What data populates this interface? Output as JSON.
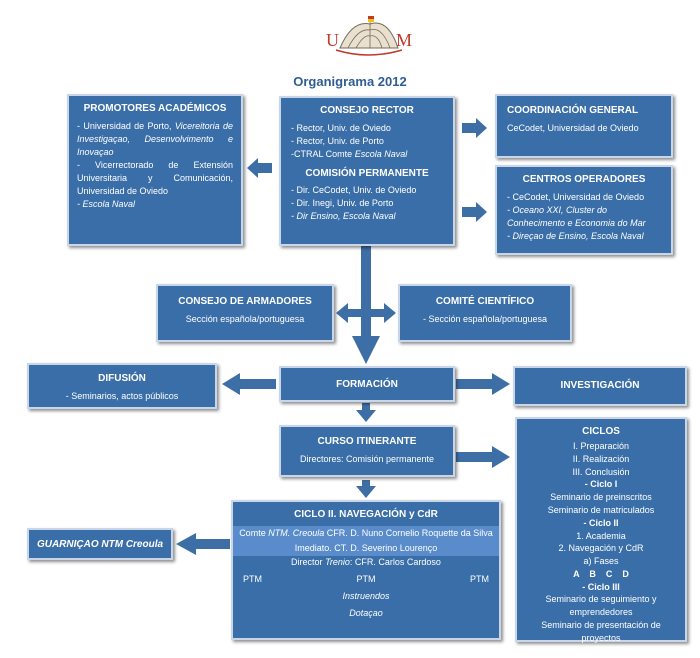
{
  "header": {
    "title": "Organigrama 2012",
    "logo_text": "U M"
  },
  "promotores": {
    "title": "PROMOTORES ACADÉMICOS",
    "line1_a": "- Universidad de Porto, ",
    "line1_b": "Vicereitoria de Investigaçao, Desenvolvimento e Inovaçao",
    "line2": "- Vicerrectorado de Extensión Universitaria y Comunicación, Universidad de Oviedo",
    "line3": "- Escola Naval"
  },
  "consejo_rector": {
    "title": "CONSEJO RECTOR",
    "items": [
      "- Rector, Univ. de Oviedo",
      "- Rector, Univ. de Porto"
    ],
    "item3_a": "-CTRAL Comte ",
    "item3_b": "Escola Naval",
    "comision_title": "COMISIÓN PERMANENTE",
    "comision_items": [
      "- Dir. CeCodet, Univ. de Oviedo",
      "- Dir. Inegi, Univ. de Porto"
    ],
    "comision_item3": "- Dir Ensino, Escola Naval"
  },
  "coordinacion": {
    "title": "COORDINACIÓN GENERAL",
    "text": "CeCodet, Universidad de Oviedo"
  },
  "centros": {
    "title": "CENTROS OPERADORES",
    "item1": "- CeCodet, Universidad de Oviedo",
    "item2": "- Oceano XXI, Cluster do Conhecimento e Economia do Mar",
    "item3": "- Direçao de Ensino, Escola Naval"
  },
  "armadores": {
    "title": "CONSEJO DE ARMADORES",
    "text": "Sección española/portuguesa"
  },
  "comite": {
    "title": "COMITÉ CIENTÍFICO",
    "text": "- Sección española/portuguesa"
  },
  "difusion": {
    "title": "DIFUSIÓN",
    "text": "- Seminarios, actos públicos"
  },
  "formacion": {
    "title": "FORMACIÓN"
  },
  "investigacion": {
    "title": "INVESTIGACIÓN"
  },
  "curso": {
    "title": "CURSO ITINERANTE",
    "text": "Directores: Comisión permanente"
  },
  "ciclos": {
    "title": "CICLOS",
    "lines": [
      {
        "t": "I. Preparación",
        "c": ""
      },
      {
        "t": "II. Realización",
        "c": ""
      },
      {
        "t": "III. Conclusión",
        "c": ""
      },
      {
        "t": "- Ciclo I",
        "c": "b"
      },
      {
        "t": "Seminario de preinscritos",
        "c": ""
      },
      {
        "t": "Seminario de matriculados",
        "c": ""
      },
      {
        "t": "- Ciclo II",
        "c": "b"
      },
      {
        "t": "1. Academia",
        "c": ""
      },
      {
        "t": "2. Navegación y CdR",
        "c": ""
      },
      {
        "t": "a) Fases",
        "c": ""
      },
      {
        "t": "A    B    C    D",
        "c": "b"
      },
      {
        "t": "- Ciclo III",
        "c": "b"
      },
      {
        "t": "Seminario de seguimiento y emprendedores",
        "c": ""
      },
      {
        "t": "Seminario de presentación de proyectos",
        "c": ""
      }
    ]
  },
  "ciclo2": {
    "title": "CICLO II. NAVEGACIÓN y CdR",
    "line1_a": "Comte ",
    "line1_b": "NTM. Creoula",
    "line1_c": " CFR. D. Nuno Cornelio Roquette da Silva",
    "line2": "Imediato. CT. D. Severino Lourenço",
    "line3_a": "Director ",
    "line3_b": "Trenio",
    "line3_c": ": CFR. Carlos Cardoso",
    "ptm": [
      "PTM",
      "PTM",
      "PTM"
    ],
    "instruendos": "Instruendos",
    "dotacao": "Dotaçao"
  },
  "guarnicao": {
    "title": "GUARNIÇAO NTM Creoula"
  },
  "colors": {
    "box": "#3a6ea8",
    "arrow": "#3e6ea6",
    "title": "#2f5c94"
  }
}
